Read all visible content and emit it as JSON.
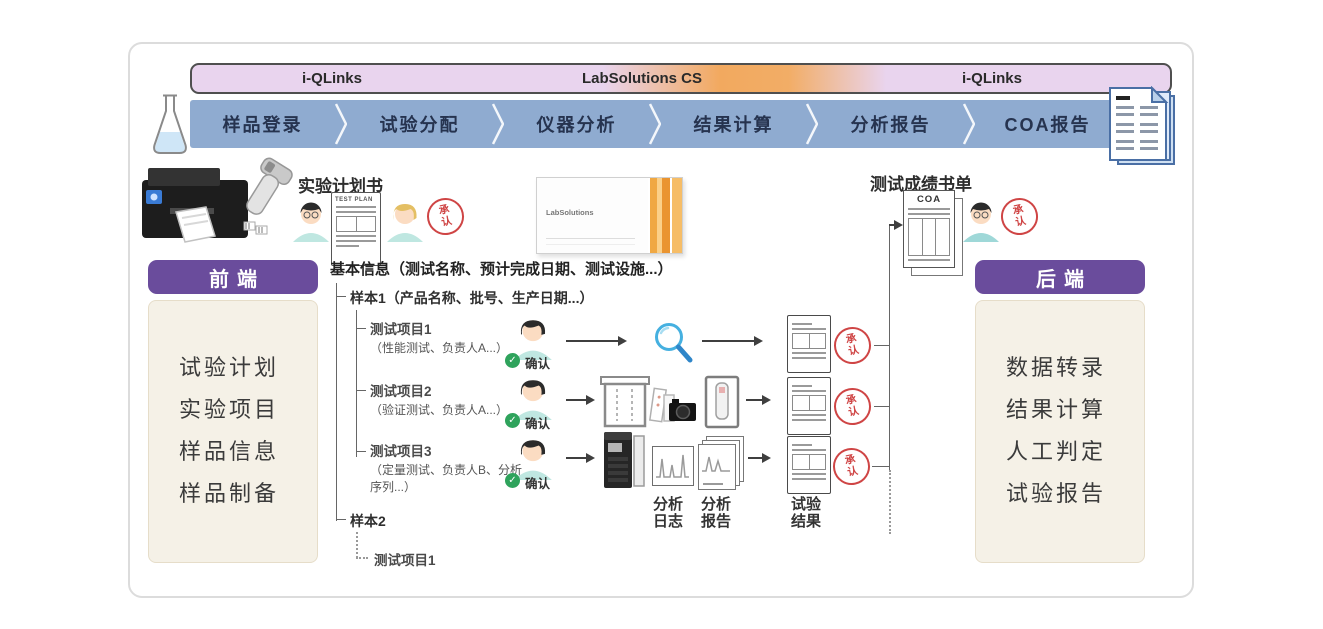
{
  "platform_bar": {
    "left": "i-QLinks",
    "center": "LabSolutions CS",
    "right": "i-QLinks"
  },
  "workflow": {
    "steps": [
      "样品登录",
      "试验分配",
      "仪器分析",
      "结果计算",
      "分析报告",
      "COA报告"
    ]
  },
  "plan": {
    "title": "实验计划书",
    "doc_header": "TEST PLAN"
  },
  "coa": {
    "title": "测试成绩书单",
    "doc_header": "COA"
  },
  "software_box": {
    "label": "LabSolutions"
  },
  "front_panel": {
    "title": "前端",
    "items": [
      "试验计划",
      "实验项目",
      "样品信息",
      "样品制备"
    ]
  },
  "back_panel": {
    "title": "后端",
    "items": [
      "数据转录",
      "结果计算",
      "人工判定",
      "试验报告"
    ]
  },
  "tree": {
    "root": "基本信息（测试名称、预计完成日期、测试设施...）",
    "sample1": "样本1（产品名称、批号、生产日期...）",
    "items": [
      {
        "title": "测试项目1",
        "note": "（性能测试、负责人A...）"
      },
      {
        "title": "测试项目2",
        "note": "（验证测试、负责人A...）"
      },
      {
        "title": "测试项目3",
        "note": "（定量测试、负责人B、分析序列...）"
      }
    ],
    "sample2": "样本2",
    "sample2_item": "测试项目1"
  },
  "labels": {
    "analysis_log": "分析日志",
    "analysis_report": "分析报告",
    "test_result": "试验结果"
  },
  "stamps": {
    "approve": "承认",
    "confirm": "确认"
  },
  "icons": {
    "check": "✓"
  },
  "colors": {
    "workflow_blue": "#8fabd0",
    "panel_purple": "#6a4c9c",
    "lavender": "#e9d4ee",
    "orange": "#f2a95f",
    "stamp_red": "#cf4545",
    "confirm_green": "#2fa35c",
    "doc_blue": "#4a6fa5",
    "cream": "#f5f1e7"
  }
}
